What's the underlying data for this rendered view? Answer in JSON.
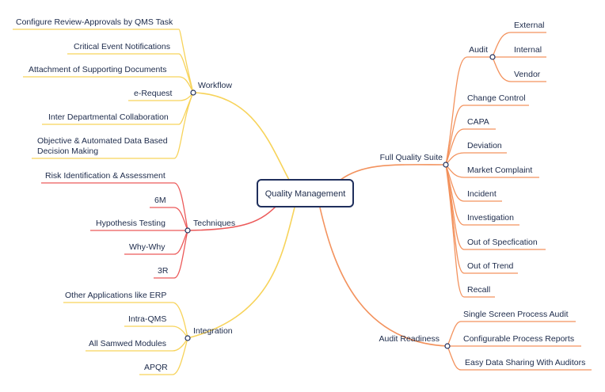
{
  "colors": {
    "central_border": "#1f2f5c",
    "workflow": "#f7d35a",
    "techniques": "#ec5a5a",
    "integration": "#f7d35a",
    "full_suite": "#f3925d",
    "audit_readiness": "#f3925d",
    "text": "#1c2a4a"
  },
  "central": {
    "label": "Quality Management"
  },
  "workflow": {
    "label": "Workflow",
    "items": [
      "Configure Review-Approvals by QMS Task",
      "Critical Event Notifications",
      "Attachment of Supporting Documents",
      "e-Request",
      "Inter Departmental Collaboration"
    ],
    "item_multiline": [
      "Objective & Automated Data Based",
      "Decision Making"
    ]
  },
  "techniques": {
    "label": "Techniques",
    "items": [
      "Risk Identification & Assessment",
      "6M",
      "Hypothesis Testing",
      "Why-Why",
      "3R"
    ]
  },
  "integration": {
    "label": "Integration",
    "items": [
      "Other Applications like ERP",
      "Intra-QMS",
      "All Samwed Modules",
      "APQR"
    ]
  },
  "full_suite": {
    "label": "Full Quality Suite",
    "audit": {
      "label": "Audit",
      "items": [
        "External",
        "Internal",
        "Vendor"
      ]
    },
    "items": [
      "Change Control",
      "CAPA",
      "Deviation",
      "Market Complaint",
      "Incident",
      "Investigation",
      "Out of Specfication",
      "Out of Trend",
      "Recall"
    ]
  },
  "audit_readiness": {
    "label": "Audit Readiness",
    "items": [
      "Single Screen Process Audit",
      "Configurable Process Reports",
      "Easy Data Sharing With Auditors"
    ]
  }
}
